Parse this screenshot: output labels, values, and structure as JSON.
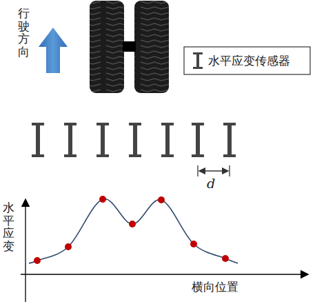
{
  "diagram": {
    "labels": [
      "行驶方向",
      "d",
      "水平应变",
      "横向位置"
    ],
    "legend": [
      {
        "text": "水平应变传感器"
      }
    ]
  }
}
